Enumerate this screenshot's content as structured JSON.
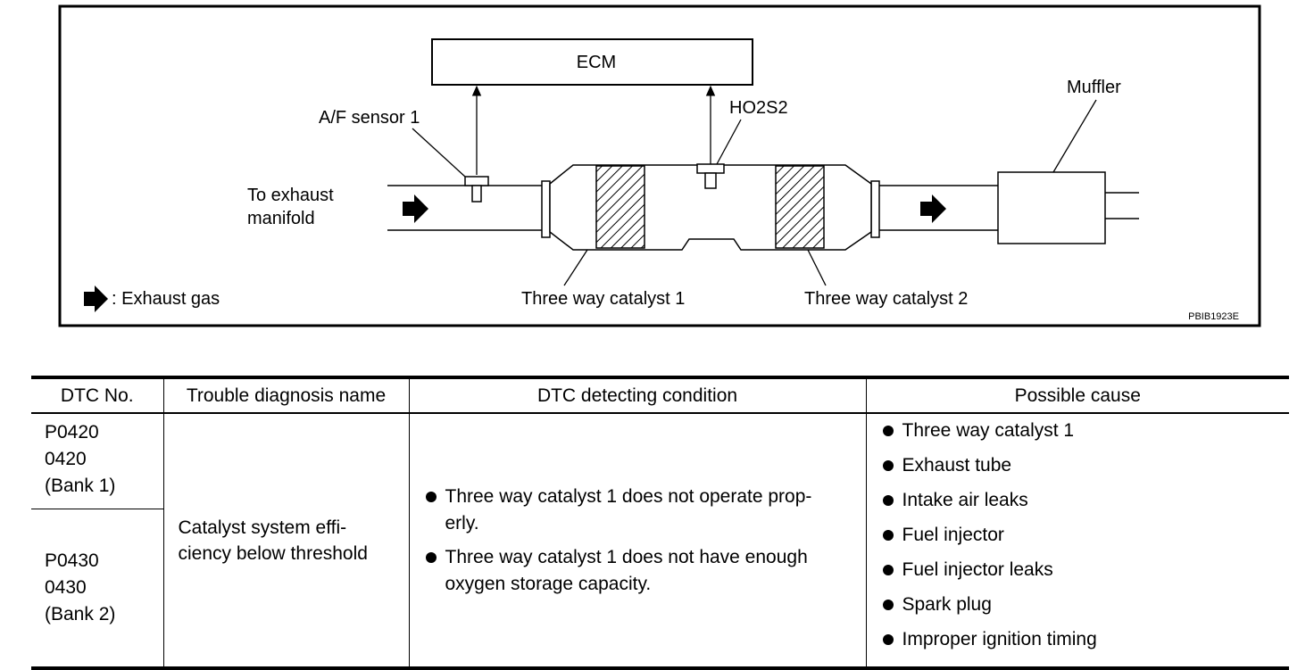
{
  "diagram": {
    "labels": {
      "ecm": "ECM",
      "af_sensor": "A/F sensor 1",
      "ho2s2": "HO2S2",
      "muffler": "Muffler",
      "to_exhaust_1": "To exhaust",
      "to_exhaust_2": "manifold",
      "legend": ": Exhaust gas",
      "catalyst1": "Three way catalyst 1",
      "catalyst2": "Three way catalyst 2",
      "figure_code": "PBIB1923E"
    },
    "icons": [
      "arrow-right-icon"
    ]
  },
  "table": {
    "headers": {
      "dtc_no": "DTC No.",
      "name": "Trouble diagnosis name",
      "condition": "DTC detecting condition",
      "cause": "Possible cause"
    },
    "rows": [
      {
        "code": "P0420",
        "code2": "0420",
        "bank": "(Bank 1)"
      },
      {
        "code": "P0430",
        "code2": "0430",
        "bank": "(Bank 2)"
      }
    ],
    "name_lines": [
      "Catalyst system effi-",
      "ciency below threshold"
    ],
    "conditions": [
      {
        "line1": "Three way catalyst 1 does not operate prop-",
        "line2": "erly."
      },
      {
        "line1": "Three way catalyst 1 does not have enough",
        "line2": "oxygen storage capacity."
      }
    ],
    "causes": [
      "Three way catalyst 1",
      "Exhaust tube",
      "Intake air leaks",
      "Fuel injector",
      "Fuel injector leaks",
      "Spark plug",
      "Improper ignition timing"
    ]
  }
}
